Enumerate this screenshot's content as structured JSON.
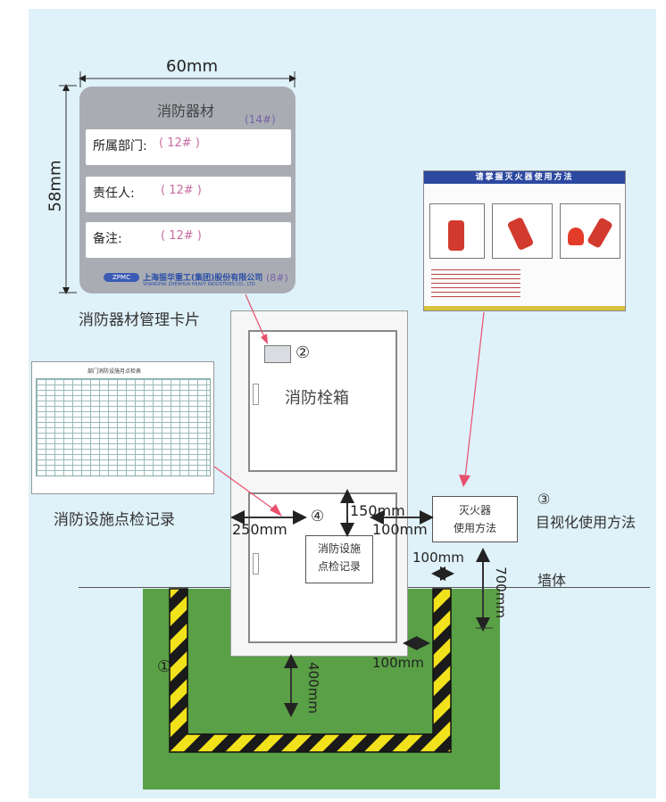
{
  "card": {
    "width_label": "60mm",
    "height_label": "58mm",
    "title": "消防器材",
    "title_code": "(14#)",
    "rows": [
      {
        "label": "所属部门:",
        "code": "( 12# )"
      },
      {
        "label": "责任人:",
        "code": "( 12# )"
      },
      {
        "label": "备注:",
        "code": "( 12# )"
      }
    ],
    "company": "上海振华重工(集团)股份有限公司",
    "company_en": "SHANGHAI ZHENHUA HEAVY INDUSTRIES CO., LTD.",
    "logo_text": "ZPMC",
    "footer_code": "(8#)",
    "caption": "消防器材管理卡片"
  },
  "poster": {
    "title": "请掌握灭火器使用方法"
  },
  "record_sheet": {
    "title": "部门消防设施月点检表",
    "caption": "消防设施点检记录"
  },
  "cabinet": {
    "number": "②",
    "label": "消防栓箱",
    "lower_number": "④",
    "record_label_line1": "消防设施",
    "record_label_line2": "点检记录"
  },
  "extinguisher_box": {
    "line1": "灭火器",
    "line2": "使用方法",
    "number": "③",
    "caption": "目视化使用方法"
  },
  "wall_label": "墙体",
  "floor_number": "①",
  "dimensions": {
    "d250": "250mm",
    "d150": "150mm",
    "d100_right": "100mm",
    "d100_top": "100mm",
    "d700": "700mm",
    "d100_bottom": "100mm",
    "d400": "400mm"
  },
  "colors": {
    "background": "#dff1f9",
    "floor_green": "#5aa046",
    "stripe_yellow": "#f2e21c",
    "stripe_black": "#1a1a1a",
    "card_gray": "#a9adb3",
    "arrow_red": "#e8506e",
    "cabinet_border": "#9a9a9a"
  }
}
